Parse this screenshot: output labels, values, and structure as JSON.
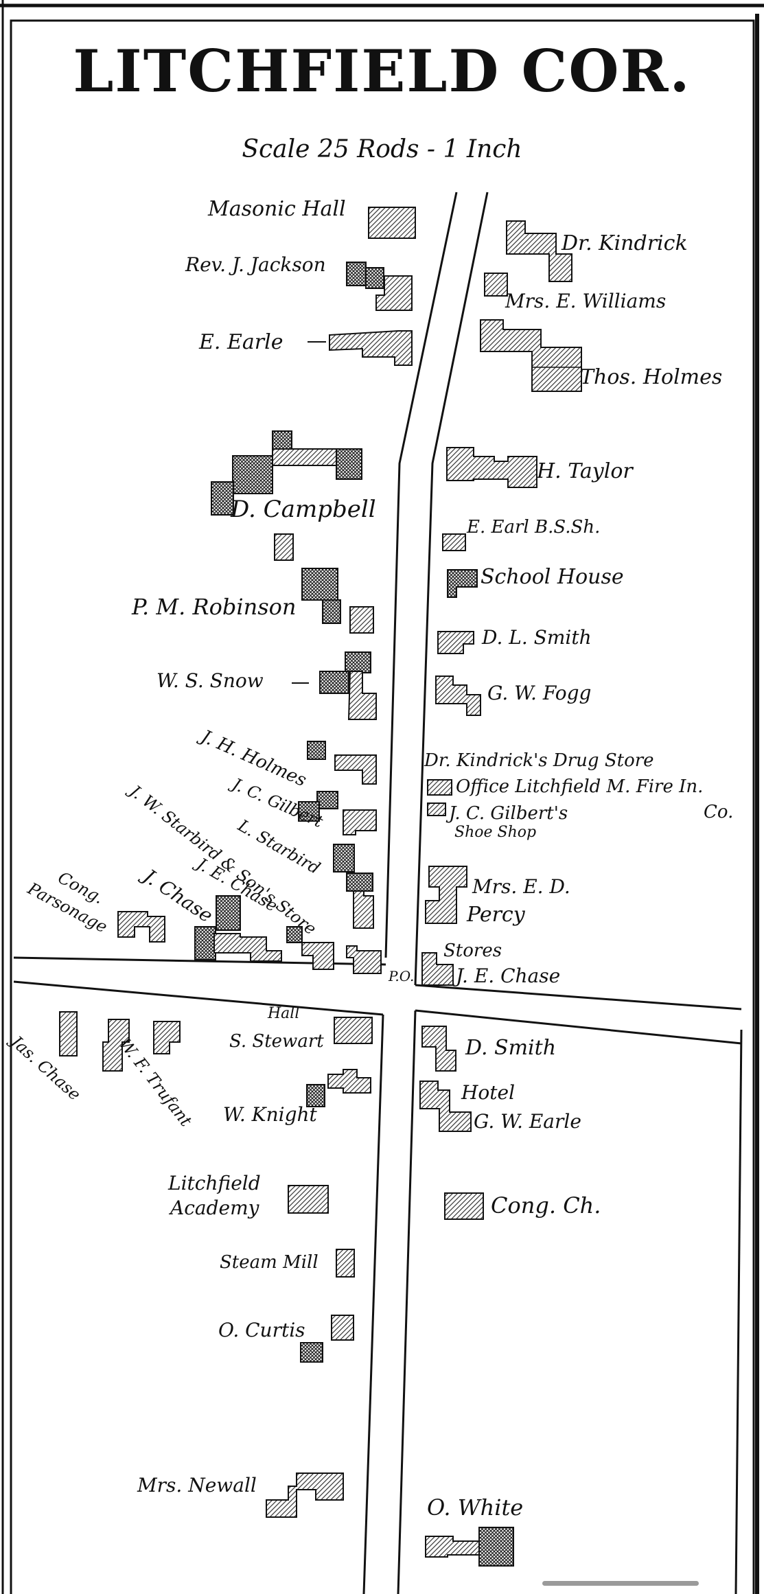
{
  "title": "LITCHFIELD COR.",
  "scale": "Scale 25 Rods - 1 Inch",
  "labels": {
    "masonic_hall": "Masonic Hall",
    "rev_jackson": "Rev. J. Jackson",
    "e_earle": "E. Earle",
    "dr_kindrick": "Dr. Kindrick",
    "mrs_williams": "Mrs. E. Williams",
    "thos_holmes": "Thos. Holmes",
    "h_taylor": "H. Taylor",
    "d_campbell": "D. Campbell",
    "e_earl_bssh": "E. Earl  B.S.Sh.",
    "school_house": "School House",
    "pm_robinson": "P. M. Robinson",
    "dl_smith": "D. L. Smith",
    "ws_snow": "W. S. Snow",
    "gw_fogg": "G. W. Fogg",
    "jh_holmes": "J. H. Holmes",
    "jc_gilbert": "J. C. Gilbert",
    "drug_store": "Dr. Kindrick's Drug Store",
    "office_fire": "Office Litchfield M. Fire In.",
    "co": "Co.",
    "jc_gilberts": "J. C. Gilbert's",
    "shoe_shop": "Shoe Shop",
    "jw_starbird": "J. W. Starbird & Son's Store",
    "l_starbird": "L. Starbird",
    "je_chase_w": "J. E. Chase",
    "j_chase": "J. Chase",
    "cong_parsonage_1": "Cong.",
    "cong_parsonage_2": "Parsonage",
    "mrs_percy_1": "Mrs. E. D.",
    "mrs_percy_2": "Percy",
    "po": "P.O.",
    "stores": "Stores",
    "je_chase_e": "J. E. Chase",
    "hall": "Hall",
    "s_stewart": "S. Stewart",
    "jas_chase": "Jas. Chase",
    "wf_trufant": "W. F. Trufant",
    "d_smith": "D. Smith",
    "w_knight": "W. Knight",
    "hotel": "Hotel",
    "gw_earle": "G. W. Earle",
    "academy_1": "Litchfield",
    "academy_2": "Academy",
    "cong_ch": "Cong. Ch.",
    "steam_mill": "Steam Mill",
    "o_curtis": "O. Curtis",
    "mrs_newall": "Mrs. Newall",
    "o_white": "O. White"
  },
  "colors": {
    "ink": "#111111",
    "paper": "#ffffff",
    "hatch": "#333333"
  }
}
